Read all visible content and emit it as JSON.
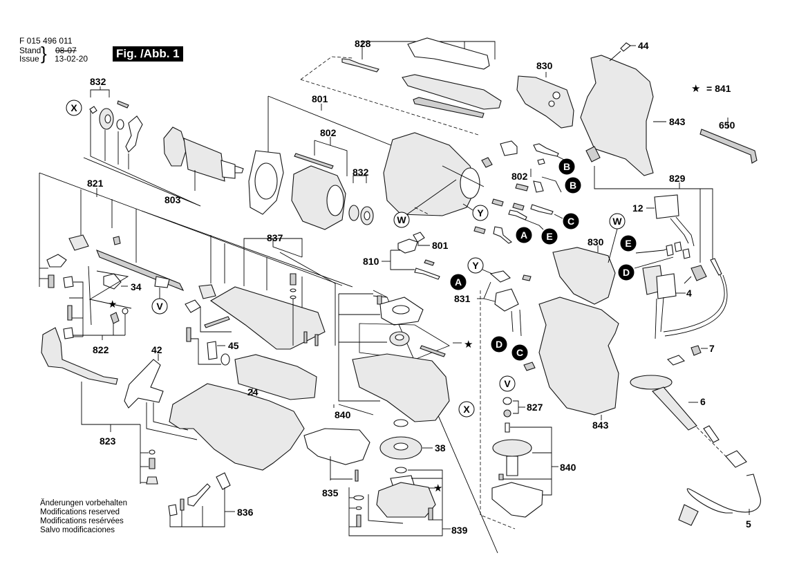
{
  "header": {
    "document_number": "F 015 496 011",
    "stand_label": "Stand",
    "issue_label": "Issue",
    "date_superseded": "08-07",
    "date_current": "13-02-20",
    "figure_label": "Fig. /Abb. 1"
  },
  "legend": {
    "star_symbol": "★",
    "star_equals": "= 841"
  },
  "notes": [
    "Änderungen vorbehalten",
    "Modifications reserved",
    "Modifications resérvées",
    "Salvo modificaciones"
  ],
  "part_labels": {
    "p828": "828",
    "p830a": "830",
    "p44": "44",
    "p843a": "843",
    "p650": "650",
    "p832a": "832",
    "p801a": "801",
    "p802a": "802",
    "p832b": "832",
    "p803": "803",
    "p821": "821",
    "p802b": "802",
    "p829": "829",
    "p12": "12",
    "p837": "837",
    "p801b": "801",
    "p810": "810",
    "p830b": "830",
    "p34": "34",
    "p831": "831",
    "p4": "4",
    "p822": "822",
    "p45": "45",
    "p7": "7",
    "p42": "42",
    "p24": "24",
    "p6": "6",
    "p827": "827",
    "p843b": "843",
    "p840a": "840",
    "p823": "823",
    "p38": "38",
    "p840b": "840",
    "p835": "835",
    "p836": "836",
    "p839": "839",
    "p5": "5"
  },
  "connection_markers": {
    "X": "X",
    "W": "W",
    "Y": "Y",
    "V": "V",
    "A": "A",
    "B": "B",
    "C": "C",
    "D": "D",
    "E": "E"
  }
}
